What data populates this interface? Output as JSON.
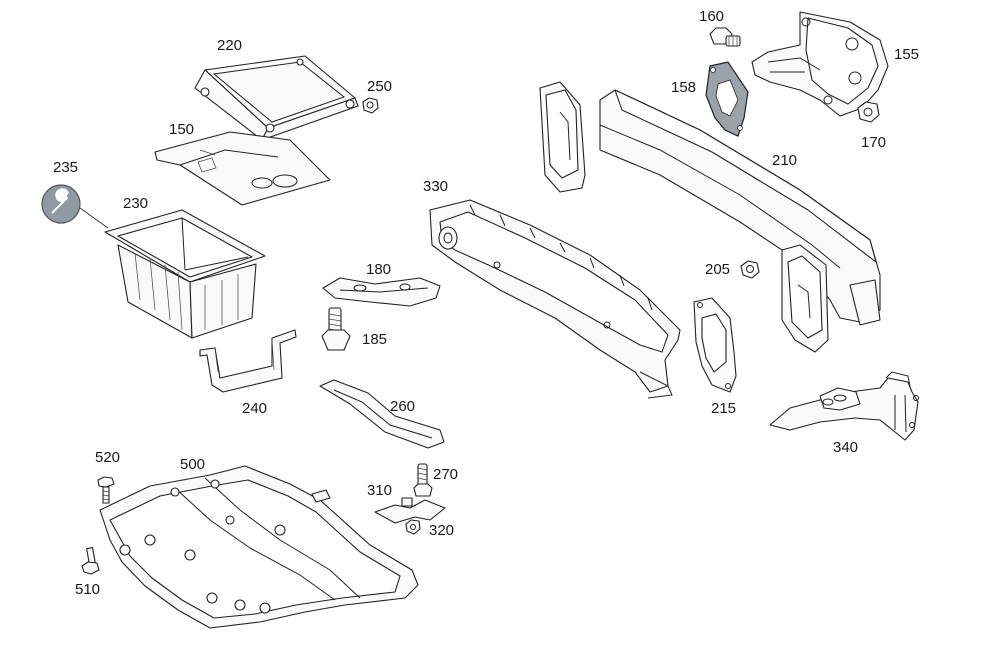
{
  "callouts": {
    "p220": "220",
    "p250": "250",
    "p150": "150",
    "p235": "235",
    "p230": "230",
    "p240": "240",
    "p180": "180",
    "p185": "185",
    "p260": "260",
    "p270": "270",
    "p310": "310",
    "p320": "320",
    "p500": "500",
    "p520": "520",
    "p510": "510",
    "p330": "330",
    "p160": "160",
    "p158": "158",
    "p155": "155",
    "p170": "170",
    "p210": "210",
    "p205": "205",
    "p215": "215",
    "p340": "340"
  },
  "icons": {
    "tool": "wrench-icon"
  },
  "colors": {
    "line": "#222222",
    "gasket": "#9aa3aa",
    "tool_badge": "#8f9aa3"
  }
}
